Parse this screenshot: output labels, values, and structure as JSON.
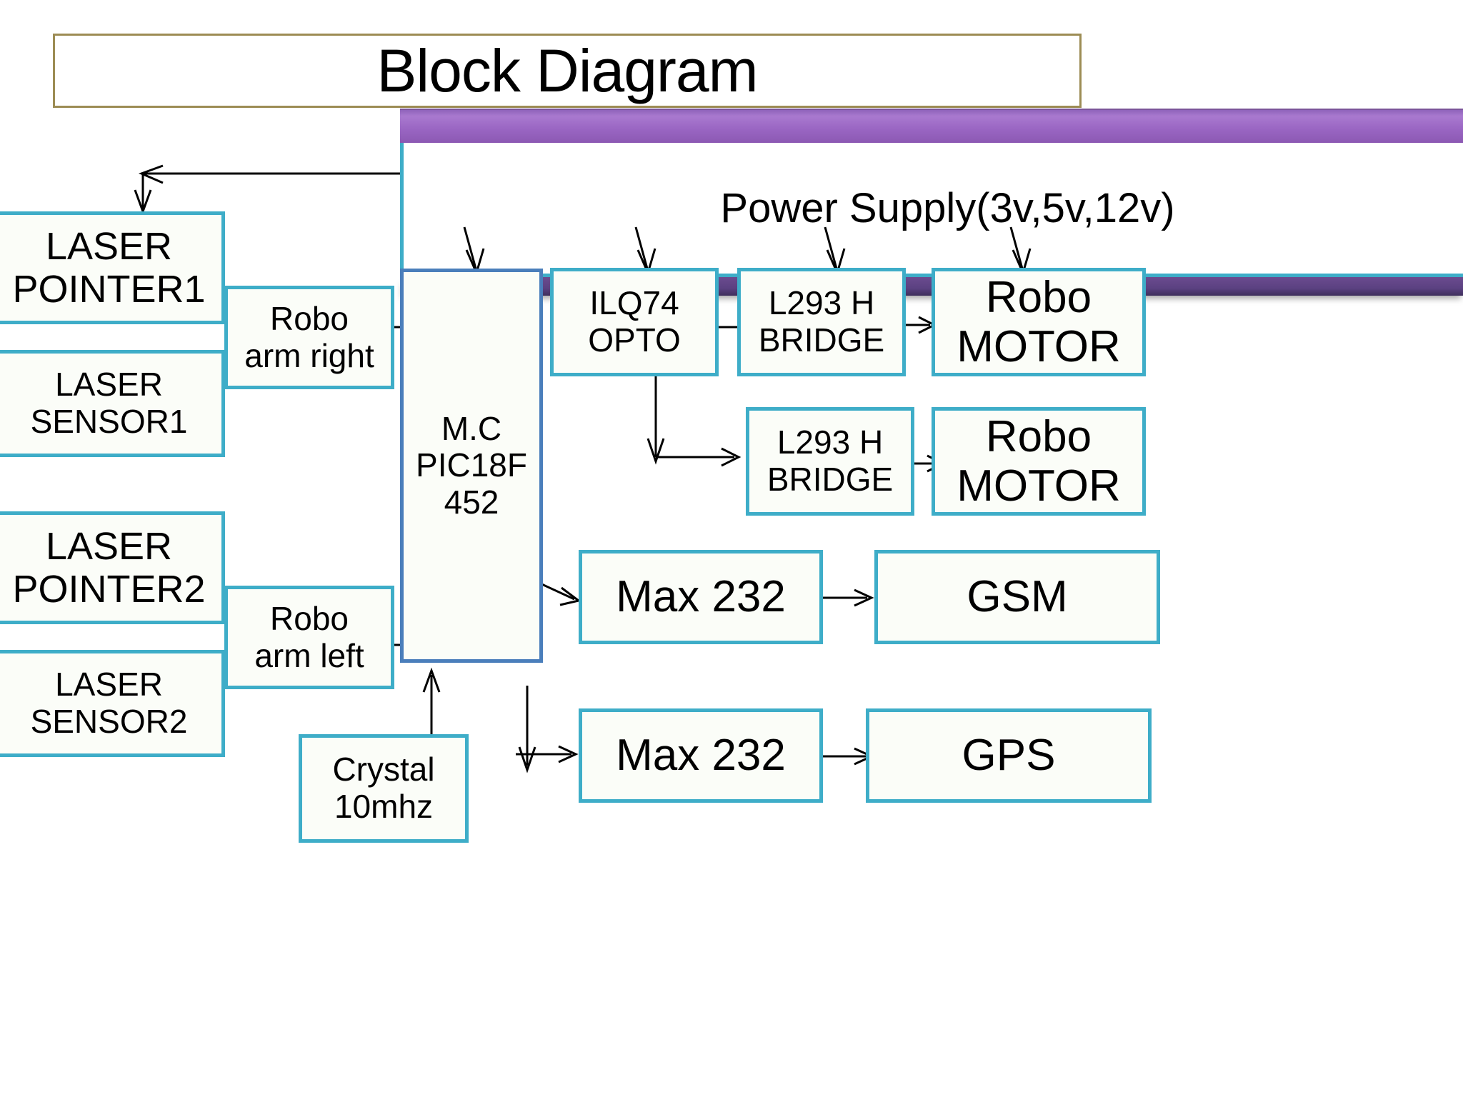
{
  "title": {
    "text": "Block Diagram"
  },
  "colors": {
    "title_border": "#9c8c54",
    "box_border": "#3eadc8",
    "mc_border": "#4a7ebb",
    "banner_top": "#9a66c3",
    "banner_bottom": "#4a3570",
    "connector": "#000000",
    "box_fill": "#fbfdf8"
  },
  "power_supply": {
    "label": "Power Supply(3v,5v,12v)"
  },
  "blocks": {
    "laser_pointer1": {
      "line1": "LASER",
      "line2": "POINTER1"
    },
    "laser_sensor1": {
      "line1": "LASER",
      "line2": "SENSOR1"
    },
    "laser_pointer2": {
      "line1": "LASER",
      "line2": "POINTER2"
    },
    "laser_sensor2": {
      "line1": "LASER",
      "line2": "SENSOR2"
    },
    "robo_arm_right": {
      "line1": "Robo",
      "line2": "arm right"
    },
    "robo_arm_left": {
      "line1": "Robo",
      "line2": "arm left"
    },
    "microcontroller": {
      "line1": "M.C",
      "line2": "PIC18F",
      "line3": "452"
    },
    "crystal": {
      "line1": "Crystal",
      "line2": "10mhz"
    },
    "opto": {
      "line1": "ILQ74",
      "line2": "OPTO"
    },
    "hbridge1": {
      "line1": "L293 H",
      "line2": "BRIDGE"
    },
    "hbridge2": {
      "line1": "L293 H",
      "line2": "BRIDGE"
    },
    "motor1": {
      "line1": "Robo",
      "line2": "MOTOR"
    },
    "motor2": {
      "line1": "Robo",
      "line2": "MOTOR"
    },
    "max232_gsm": {
      "label": "Max 232"
    },
    "gsm": {
      "label": "GSM"
    },
    "max232_gps": {
      "label": "Max 232"
    },
    "gps": {
      "label": "GPS"
    }
  }
}
